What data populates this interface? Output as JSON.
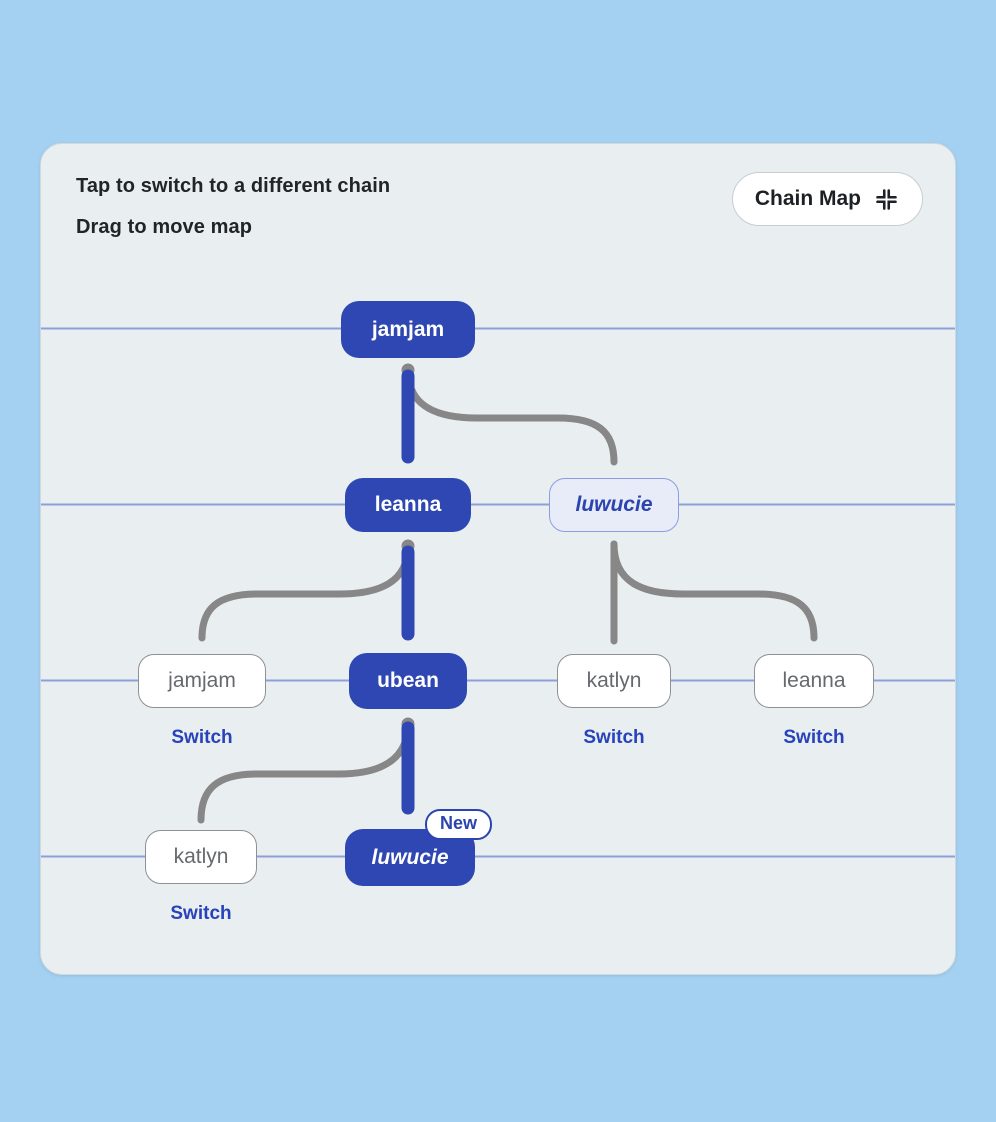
{
  "header": {
    "hint_tap": "Tap to switch to a different chain",
    "hint_drag": "Drag to move map",
    "chain_map_label": "Chain Map"
  },
  "nodes": {
    "gen1_current": {
      "label": "jamjam"
    },
    "gen2_current": {
      "label": "leanna"
    },
    "gen2_alternate": {
      "label": "luwucie"
    },
    "gen3_alternate_left": {
      "label": "jamjam",
      "switch_label": "Switch"
    },
    "gen3_current": {
      "label": "ubean"
    },
    "gen3_alternate_mid": {
      "label": "katlyn",
      "switch_label": "Switch"
    },
    "gen3_alternate_right": {
      "label": "leanna",
      "switch_label": "Switch"
    },
    "gen4_alternate": {
      "label": "katlyn",
      "switch_label": "Switch"
    },
    "gen4_current": {
      "label": "luwucie",
      "badge": "New"
    }
  },
  "colors": {
    "page_background": "#a4d1f2",
    "card_background": "#e9eef1",
    "active_node_blue": "#2e47b2",
    "generation_line_blue": "#8da0d9",
    "connector_gray": "#878787",
    "switch_text_blue": "#2843ba"
  },
  "icons": {
    "chain_map_icon": "collapse-corners-icon"
  }
}
